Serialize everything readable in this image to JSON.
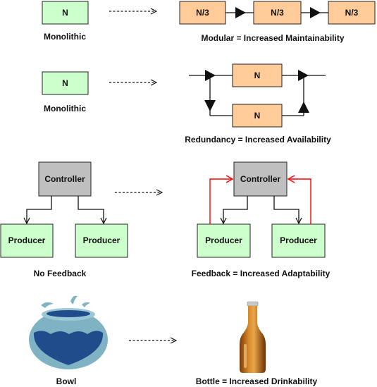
{
  "rows": [
    {
      "left": {
        "box": "N",
        "caption": "Monolithic"
      },
      "right": {
        "boxes": [
          "N/3",
          "N/3",
          "N/3"
        ],
        "caption": "Modular = Increased Maintainability"
      }
    },
    {
      "left": {
        "box": "N",
        "caption": "Monolithic"
      },
      "right": {
        "boxes": [
          "N",
          "N"
        ],
        "caption": "Redundancy = Increased Availability"
      }
    },
    {
      "left": {
        "controller": "Controller",
        "producers": [
          "Producer",
          "Producer"
        ],
        "caption": "No Feedback"
      },
      "right": {
        "controller": "Controller",
        "producers": [
          "Producer",
          "Producer"
        ],
        "caption": "Feedback = Increased Adaptability"
      }
    },
    {
      "left": {
        "caption": "Bowl"
      },
      "right": {
        "caption": "Bottle = Increased Drinkability"
      }
    }
  ],
  "colors": {
    "green_box": "#ccffcc",
    "orange_box": "#ffcc99",
    "grey_box": "#bfbfbf",
    "feedback_arrow": "#ff0000",
    "bowl_body": "#7fb3c4",
    "bowl_water": "#1f4d8c",
    "bottle_glass": "#b8661a"
  }
}
